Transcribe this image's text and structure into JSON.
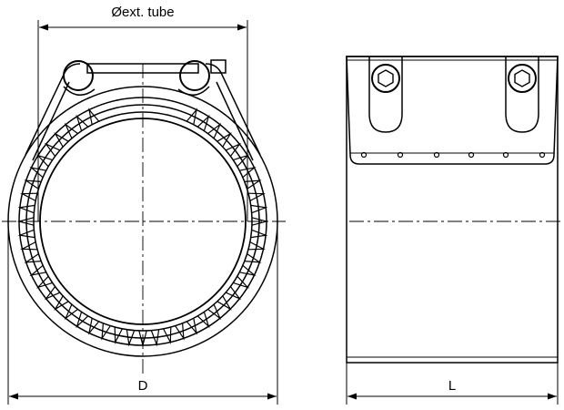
{
  "labels": {
    "tube_diameter": "Øext. tube",
    "outer_diameter": "D",
    "length": "L"
  },
  "colors": {
    "line": "#000000",
    "background": "#ffffff"
  }
}
